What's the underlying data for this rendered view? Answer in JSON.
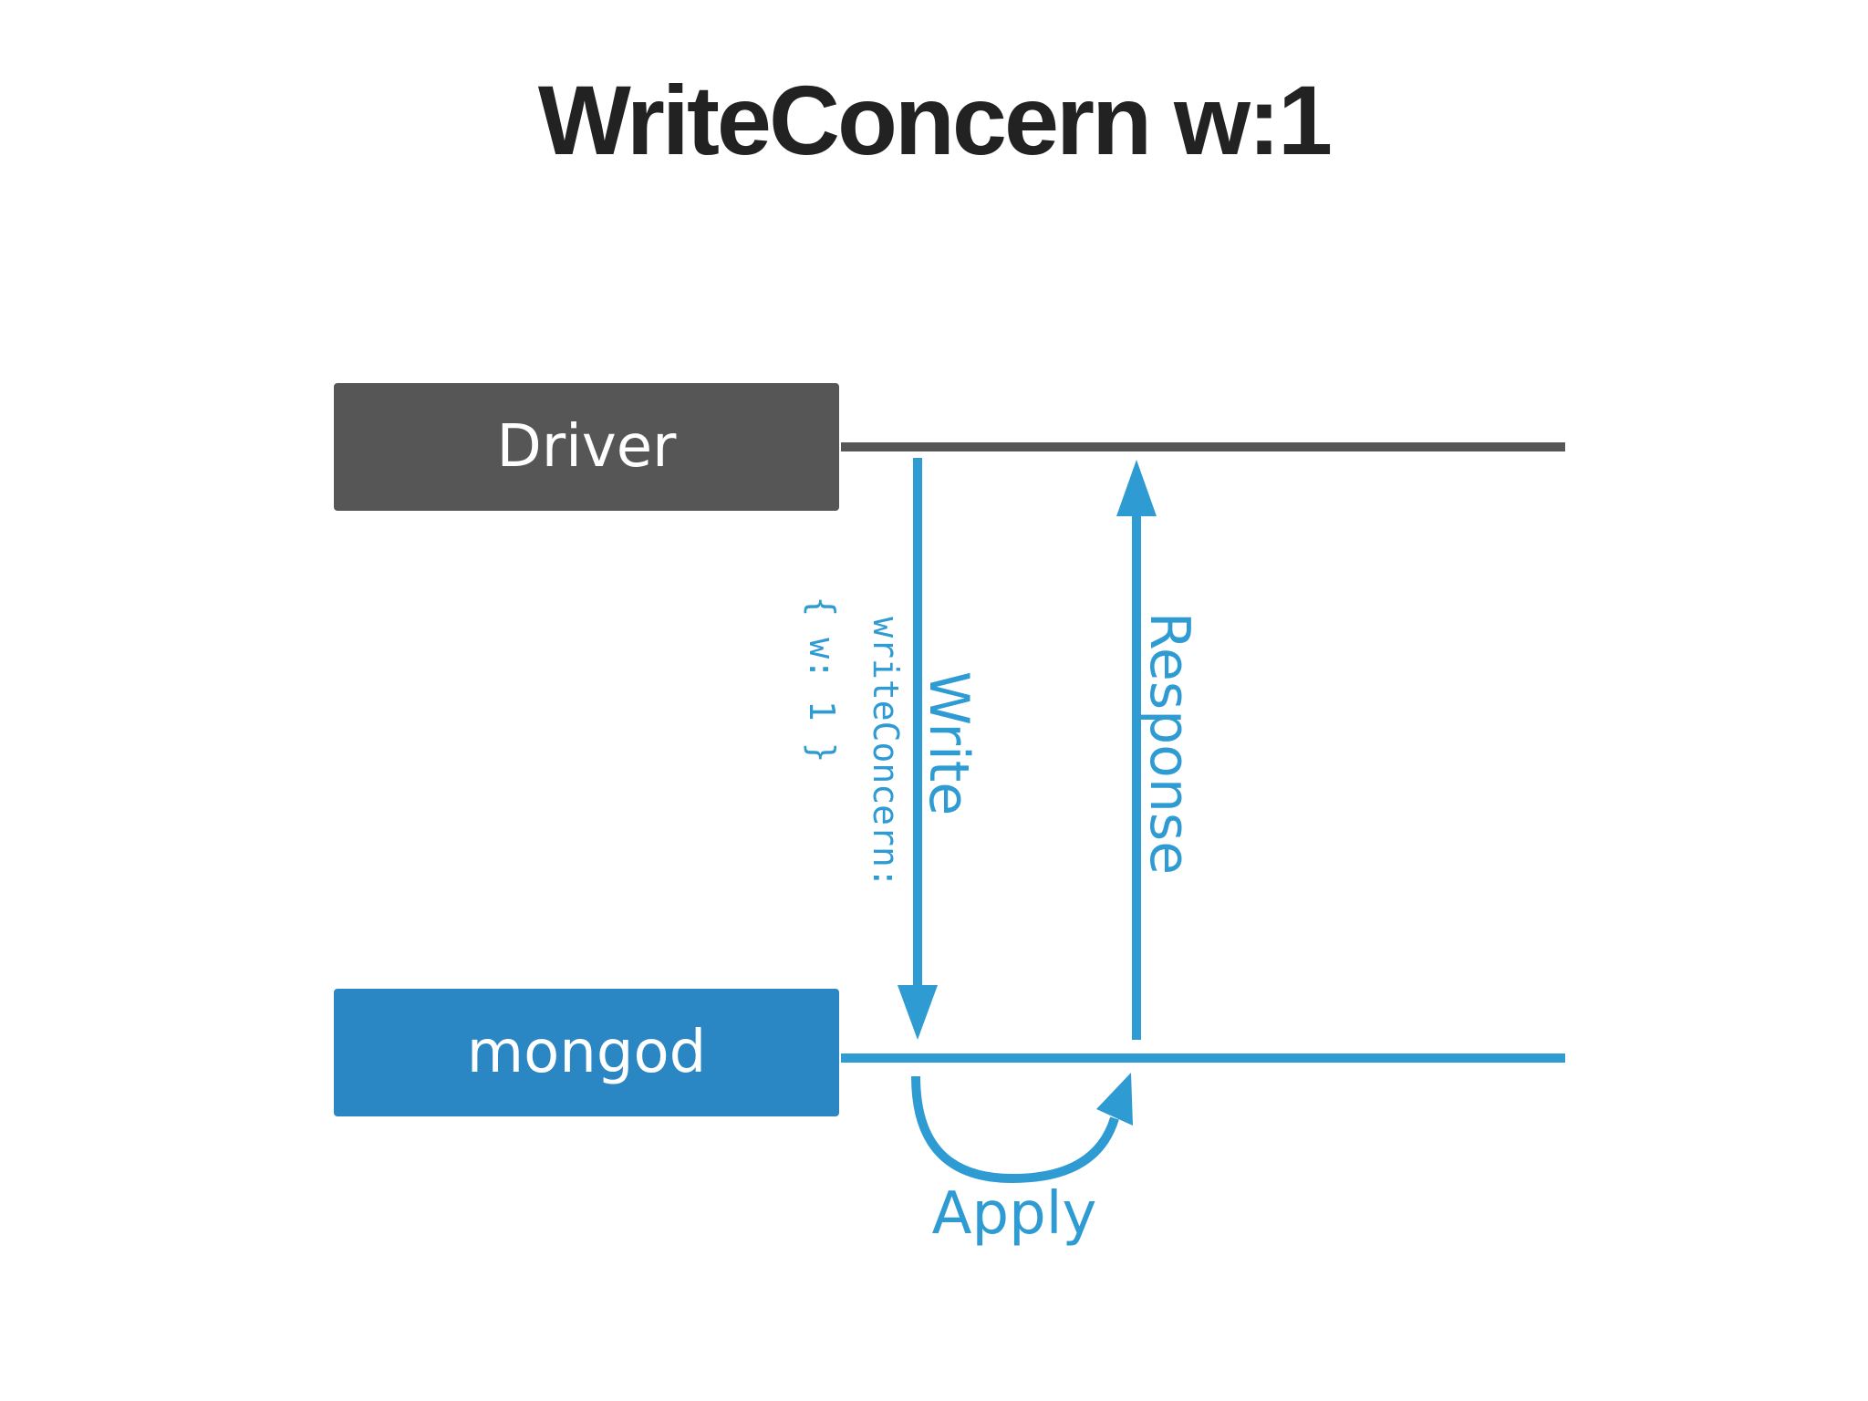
{
  "title": "WriteConcern w:1",
  "nodes": {
    "driver": "Driver",
    "mongod": "mongod"
  },
  "messages": {
    "write": "Write",
    "write_concern_key": "writeConcern:",
    "write_concern_value": "{ w: 1 }",
    "response": "Response",
    "apply": "Apply"
  },
  "colors": {
    "title": "#222222",
    "driver": "#565656",
    "mongod": "#2a87c4",
    "arrow": "#2f9bd3"
  }
}
